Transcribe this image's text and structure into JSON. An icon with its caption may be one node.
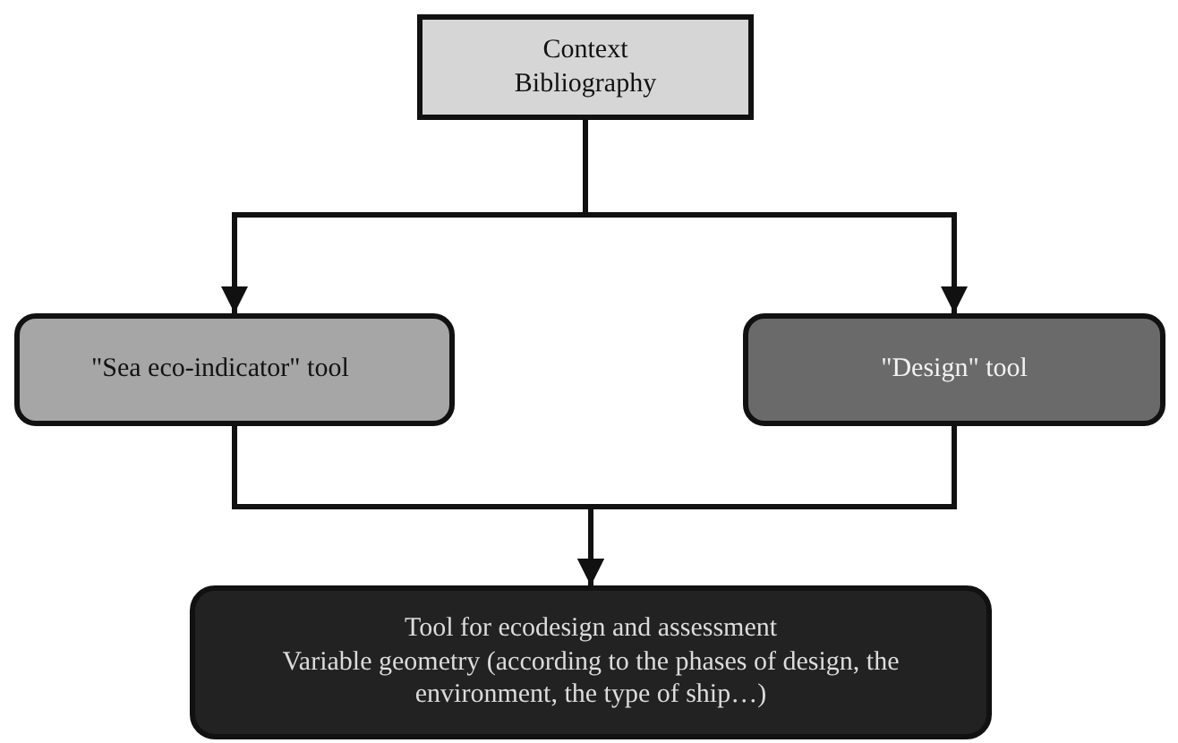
{
  "diagram": {
    "nodes": [
      {
        "text": [
          "Context",
          "Bibliography"
        ]
      },
      {
        "text": [
          "\"Sea eco-indicator\" tool"
        ]
      },
      {
        "text": [
          "\"Design\" tool"
        ]
      },
      {
        "text": [
          "Tool for ecodesign and assessment",
          "Variable geometry (according to the phases of design, the environment, the type of ship…)"
        ]
      }
    ],
    "edges": [
      {
        "from": 0,
        "to": 1,
        "arrow": "to"
      },
      {
        "from": 0,
        "to": 2,
        "arrow": "to"
      },
      {
        "from": 1,
        "to": 3,
        "arrow": "to"
      },
      {
        "from": 2,
        "to": 3,
        "arrow": "to"
      }
    ]
  }
}
